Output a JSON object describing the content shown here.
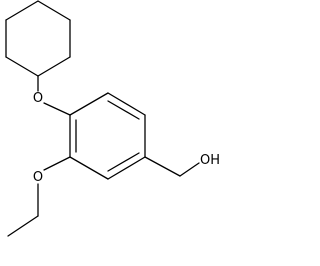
{
  "molecule": {
    "atoms": {
      "ether_oxygen_top": "O",
      "ether_oxygen_ethoxy": "O",
      "hydroxyl": "OH"
    }
  }
}
